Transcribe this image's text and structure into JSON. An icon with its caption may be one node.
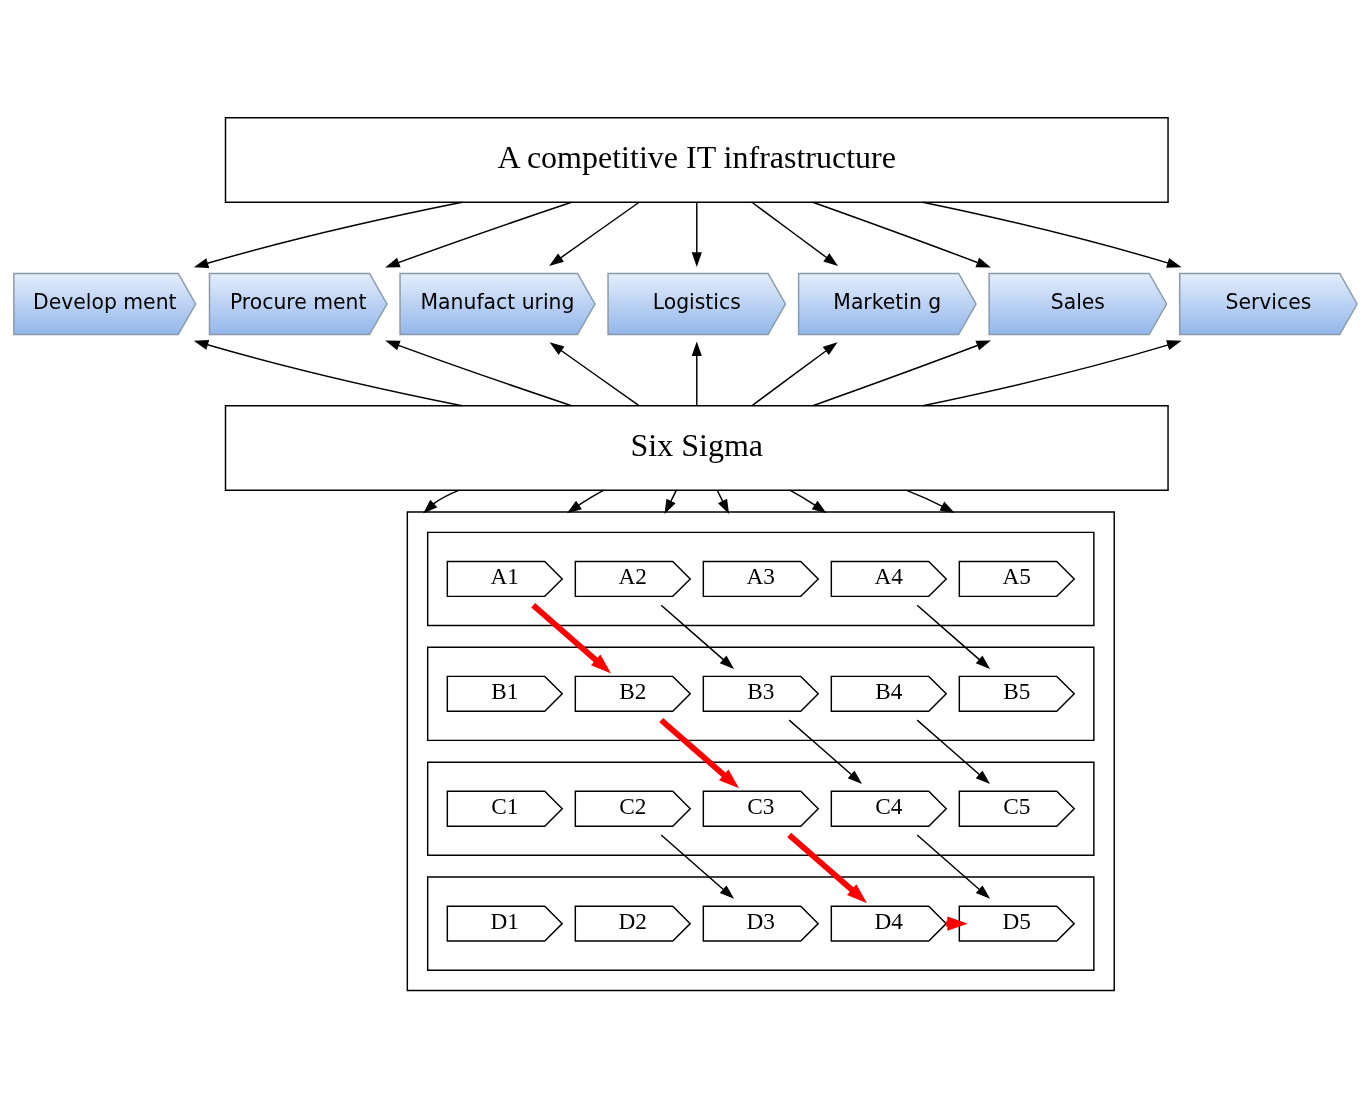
{
  "diagram": {
    "nodes": [
      {
        "text": [
          "A competitive IT infrastructure"
        ]
      },
      {
        "text": [
          "Develop ment"
        ]
      },
      {
        "text": [
          "Procure ment"
        ]
      },
      {
        "text": [
          "Manufact uring"
        ]
      },
      {
        "text": [
          "Logistics"
        ]
      },
      {
        "text": [
          "Marketin g"
        ]
      },
      {
        "text": [
          "Sales"
        ]
      },
      {
        "text": [
          "Services"
        ]
      },
      {
        "text": [
          "Six Sigma"
        ]
      },
      {
        "text": [],
        "shape": "box"
      },
      {
        "text": [],
        "shape": "box",
        "in": 9
      },
      {
        "text": [],
        "shape": "box",
        "in": 9
      },
      {
        "text": [],
        "shape": "box",
        "in": 9
      },
      {
        "text": [],
        "shape": "box",
        "in": 9
      },
      {
        "text": [
          "A1"
        ],
        "in": 10
      },
      {
        "text": [
          "A2"
        ],
        "in": 10
      },
      {
        "text": [
          "A3"
        ],
        "in": 10
      },
      {
        "text": [
          "A4"
        ],
        "in": 10
      },
      {
        "text": [
          "A5"
        ],
        "in": 10
      },
      {
        "text": [
          "B1"
        ],
        "in": 11
      },
      {
        "text": [
          "B2"
        ],
        "in": 11
      },
      {
        "text": [
          "B3"
        ],
        "in": 11
      },
      {
        "text": [
          "B4"
        ],
        "in": 11
      },
      {
        "text": [
          "B5"
        ],
        "in": 11
      },
      {
        "text": [
          "C1"
        ],
        "in": 12
      },
      {
        "text": [
          "C2"
        ],
        "in": 12
      },
      {
        "text": [
          "C3"
        ],
        "in": 12
      },
      {
        "text": [
          "C4"
        ],
        "in": 12
      },
      {
        "text": [
          "C5"
        ],
        "in": 12
      },
      {
        "text": [
          "D1"
        ],
        "in": 13
      },
      {
        "text": [
          "D2"
        ],
        "in": 13
      },
      {
        "text": [
          "D3"
        ],
        "in": 13
      },
      {
        "text": [
          "D4"
        ],
        "in": 13
      },
      {
        "text": [
          "D5"
        ],
        "in": 13
      }
    ],
    "edges": [
      {
        "from": 0,
        "to": 1,
        "arrow": "to"
      },
      {
        "from": 0,
        "to": 2,
        "arrow": "to"
      },
      {
        "from": 0,
        "to": 3,
        "arrow": "to"
      },
      {
        "from": 0,
        "to": 4,
        "arrow": "to"
      },
      {
        "from": 0,
        "to": 5,
        "arrow": "to"
      },
      {
        "from": 0,
        "to": 6,
        "arrow": "to"
      },
      {
        "from": 0,
        "to": 7,
        "arrow": "to"
      },
      {
        "from": 8,
        "to": 1,
        "arrow": "to"
      },
      {
        "from": 8,
        "to": 2,
        "arrow": "to"
      },
      {
        "from": 8,
        "to": 3,
        "arrow": "to"
      },
      {
        "from": 8,
        "to": 4,
        "arrow": "to"
      },
      {
        "from": 8,
        "to": 5,
        "arrow": "to"
      },
      {
        "from": 8,
        "to": 6,
        "arrow": "to"
      },
      {
        "from": 8,
        "to": 7,
        "arrow": "to"
      },
      {
        "from": 8,
        "to": 9,
        "arrow": "to"
      },
      {
        "from": 8,
        "to": 9,
        "arrow": "to"
      },
      {
        "from": 8,
        "to": 9,
        "arrow": "to"
      },
      {
        "from": 8,
        "to": 9,
        "arrow": "to"
      },
      {
        "from": 8,
        "to": 9,
        "arrow": "to"
      },
      {
        "from": 8,
        "to": 9,
        "arrow": "to"
      },
      {
        "from": 14,
        "to": 20,
        "arrow": "to",
        "style": "thick",
        "color": "#ff0000"
      },
      {
        "from": 15,
        "to": 21,
        "arrow": "to"
      },
      {
        "from": 17,
        "to": 23,
        "arrow": "to"
      },
      {
        "from": 20,
        "to": 26,
        "arrow": "to",
        "style": "thick",
        "color": "#ff0000"
      },
      {
        "from": 21,
        "to": 27,
        "arrow": "to"
      },
      {
        "from": 22,
        "to": 28,
        "arrow": "to"
      },
      {
        "from": 25,
        "to": 31,
        "arrow": "to"
      },
      {
        "from": 26,
        "to": 32,
        "arrow": "to",
        "style": "thick",
        "color": "#ff0000"
      },
      {
        "from": 27,
        "to": 33,
        "arrow": "to"
      },
      {
        "from": 32,
        "to": 33,
        "arrow": "to",
        "style": "thick",
        "color": "#ff0000"
      }
    ]
  }
}
